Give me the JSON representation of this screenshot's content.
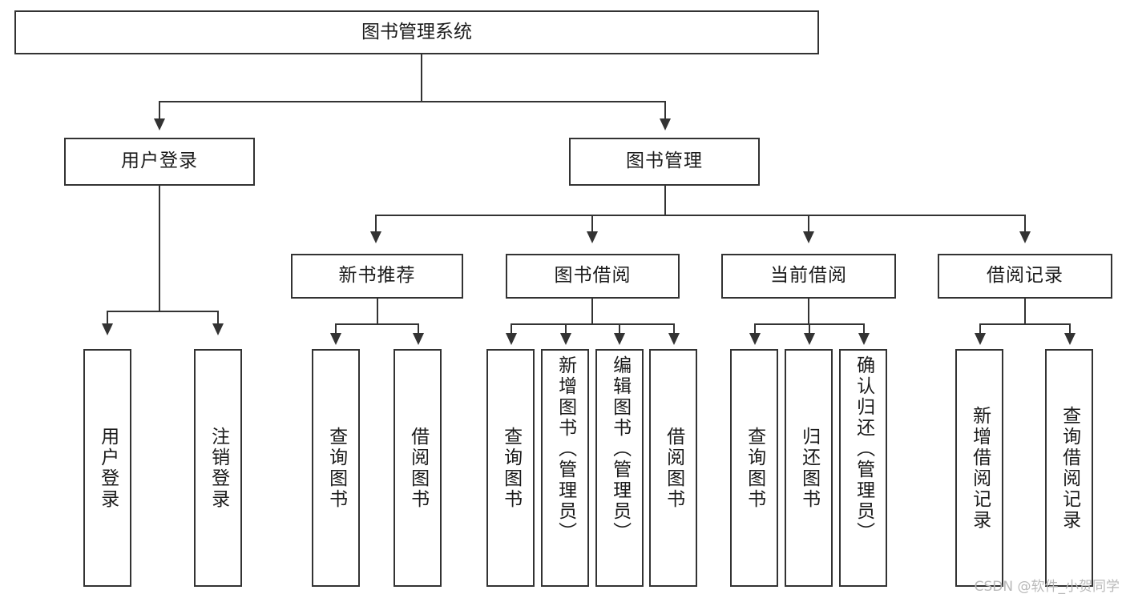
{
  "diagram": {
    "title": "图书管理系统",
    "type": "tree",
    "root": {
      "label": "图书管理系统"
    },
    "level2": [
      {
        "label": "用户登录"
      },
      {
        "label": "图书管理"
      }
    ],
    "level3": [
      {
        "label": "新书推荐"
      },
      {
        "label": "图书借阅"
      },
      {
        "label": "当前借阅"
      },
      {
        "label": "借阅记录"
      }
    ],
    "leaves": {
      "user_login": [
        {
          "label": "用户登录"
        },
        {
          "label": "注销登录"
        }
      ],
      "new_book_recommend": [
        {
          "label": "查询图书"
        },
        {
          "label": "借阅图书"
        }
      ],
      "book_borrow": [
        {
          "label": "查询图书"
        },
        {
          "label": "新增图书（管理员）"
        },
        {
          "label": "编辑图书（管理员）"
        },
        {
          "label": "借阅图书"
        }
      ],
      "current_borrow": [
        {
          "label": "查询图书"
        },
        {
          "label": "归还图书"
        },
        {
          "label": "确认归还（管理员）"
        }
      ],
      "borrow_record": [
        {
          "label": "新增借阅记录"
        },
        {
          "label": "查询借阅记录"
        }
      ]
    }
  },
  "watermark": {
    "text": "CSDN @软件_小贺同学"
  },
  "colors": {
    "stroke": "#333333",
    "background": "#ffffff",
    "text": "#1b1b1b",
    "watermark": "#b9b9b9"
  }
}
